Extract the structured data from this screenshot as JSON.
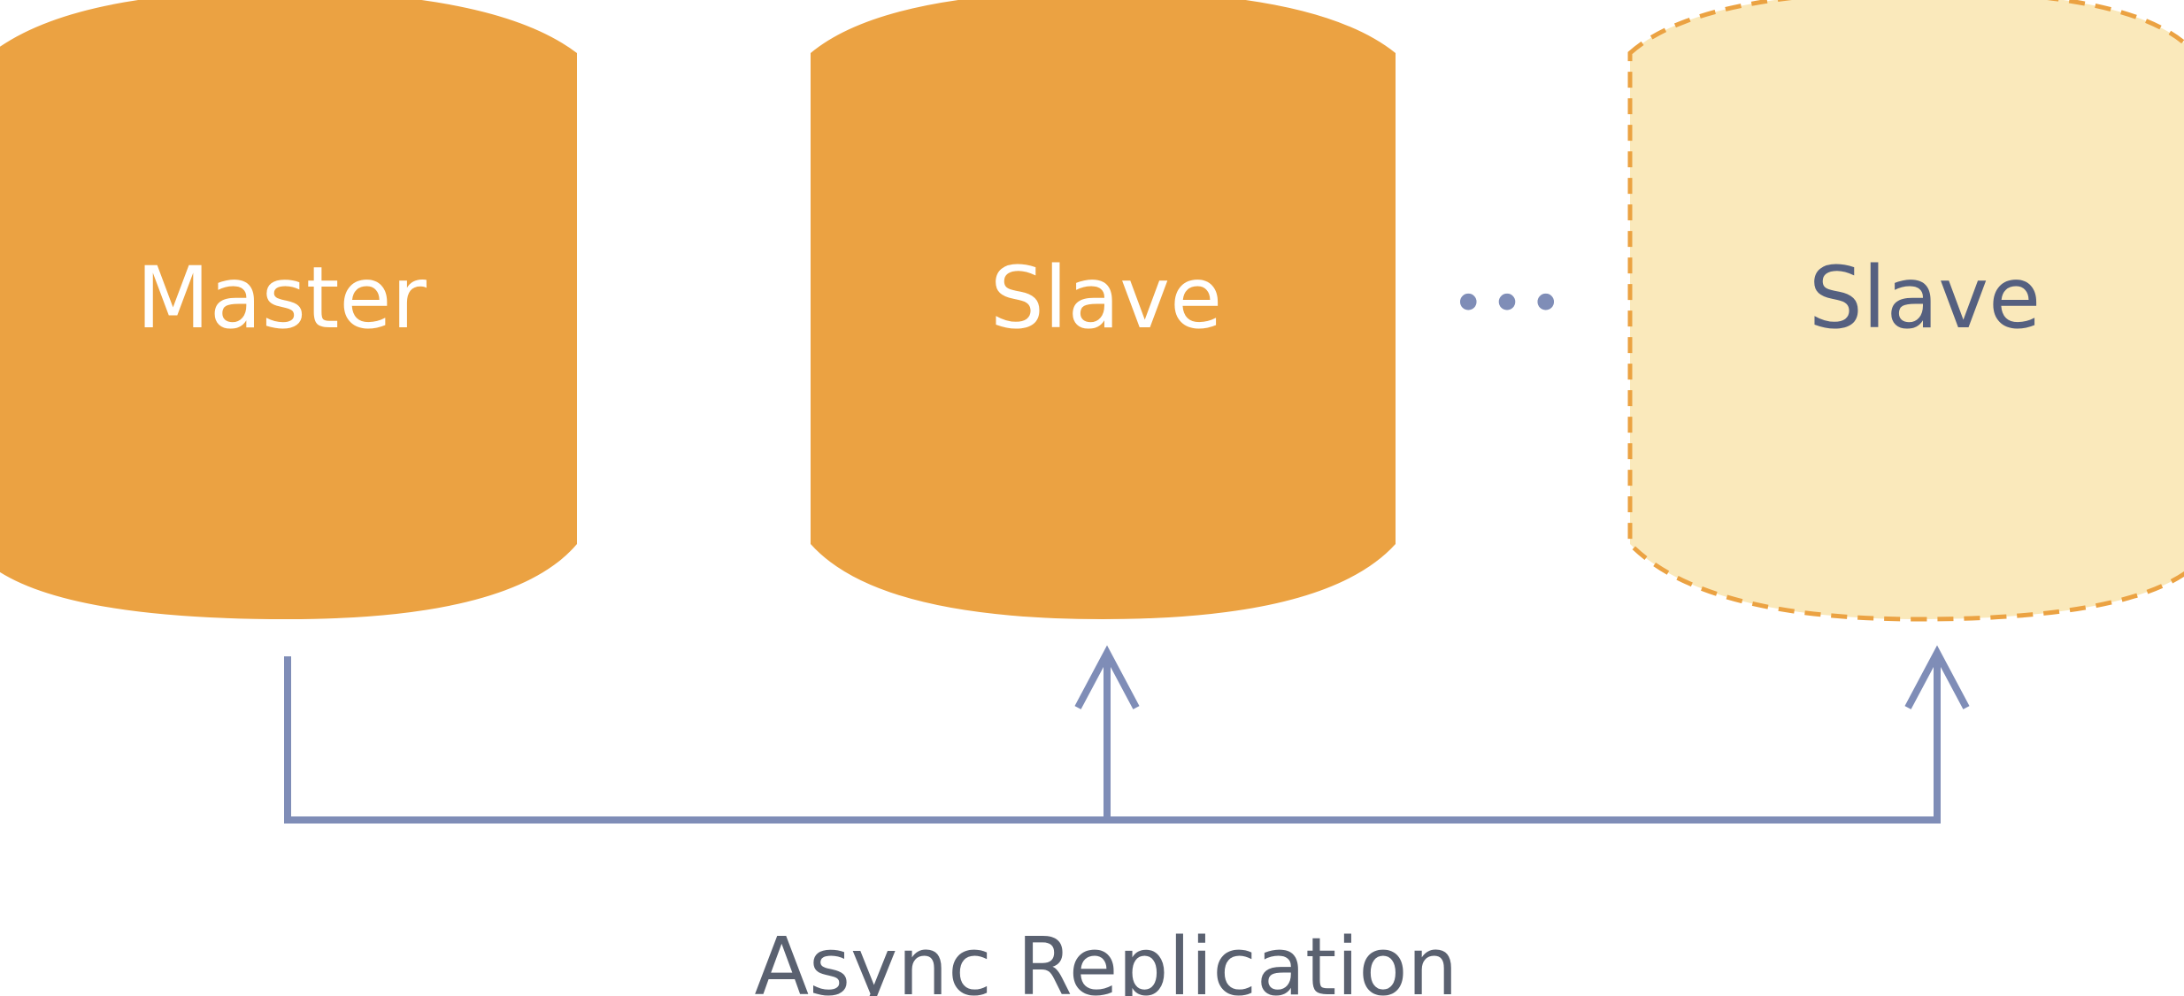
{
  "nodes": [
    {
      "label": "Master",
      "style": "solid"
    },
    {
      "label": "Slave",
      "style": "solid"
    },
    {
      "label": "Slave",
      "style": "dashed"
    }
  ],
  "ellipsis": "•••",
  "caption": "Async Replication",
  "colors": {
    "solid_fill": "#EBA242",
    "dashed_fill": "#FAE9BB",
    "dashed_stroke": "#EBA242",
    "solid_text": "#FFFFFF",
    "dashed_text": "#556080",
    "line": "#7F8DB7",
    "caption_text": "#5A6170",
    "dots": "#7F8DB7"
  }
}
